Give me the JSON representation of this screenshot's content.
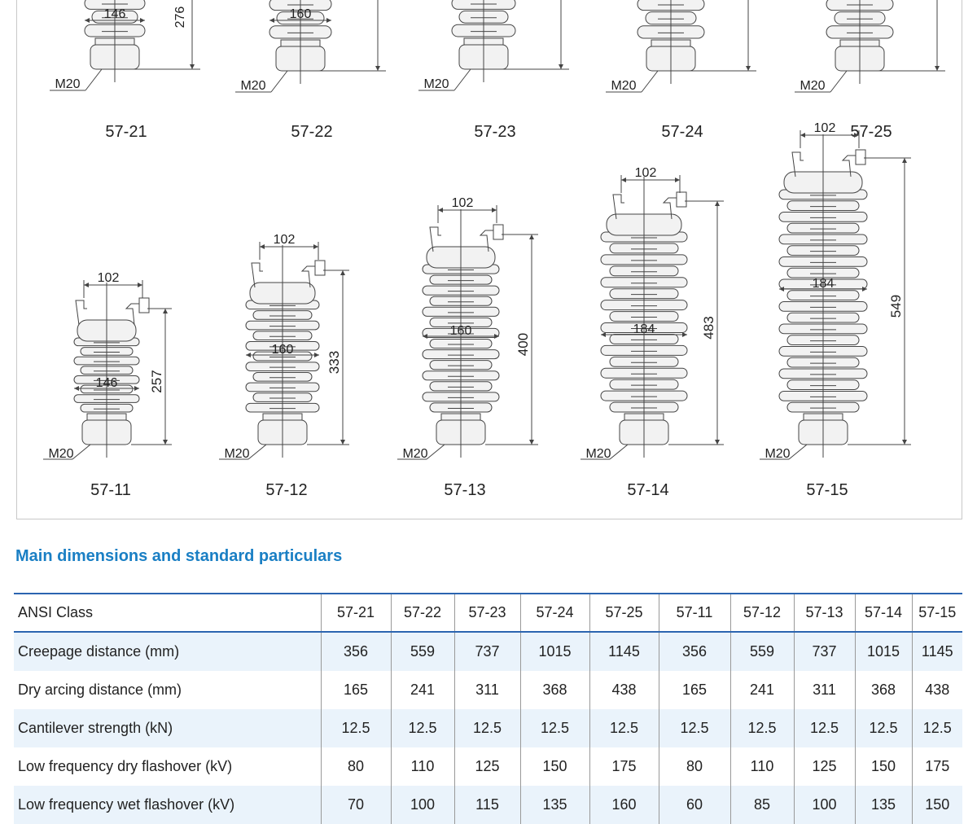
{
  "figure": {
    "items": [
      {
        "label": "57-21",
        "dims": [
          "146"
        ],
        "height": "276"
      },
      {
        "label": "57-22",
        "dims": [
          "160"
        ],
        "height": ""
      },
      {
        "label": "57-23",
        "dims": [],
        "height": ""
      },
      {
        "label": "57-24",
        "dims": [],
        "height": ""
      },
      {
        "label": "57-25",
        "dims": [],
        "height": ""
      },
      {
        "label": "57-11",
        "top": "102",
        "dims": [
          "146"
        ],
        "height": "257"
      },
      {
        "label": "57-12",
        "top": "102",
        "dims": [
          "160"
        ],
        "height": "333"
      },
      {
        "label": "57-13",
        "top": "102",
        "dims": [
          "160"
        ],
        "height": "400"
      },
      {
        "label": "57-14",
        "top": "102",
        "dims": [
          "184"
        ],
        "height": "483"
      },
      {
        "label": "57-15",
        "top": "102",
        "dims": [
          "184"
        ],
        "height": "549"
      }
    ],
    "thread": "M20"
  },
  "section": {
    "title": "Main dimensions and standard particulars"
  },
  "table": {
    "header": [
      "ANSI Class",
      "57-21",
      "57-22",
      "57-23",
      "57-24",
      "57-25",
      "57-11",
      "57-12",
      "57-13",
      "57-14",
      "57-15"
    ],
    "rows": [
      [
        "Creepage distance (mm)",
        "356",
        "559",
        "737",
        "1015",
        "1145",
        "356",
        "559",
        "737",
        "1015",
        "1145"
      ],
      [
        "Dry arcing distance (mm)",
        "165",
        "241",
        "311",
        "368",
        "438",
        "165",
        "241",
        "311",
        "368",
        "438"
      ],
      [
        "Cantilever strength (kN)",
        "12.5",
        "12.5",
        "12.5",
        "12.5",
        "12.5",
        "12.5",
        "12.5",
        "12.5",
        "12.5",
        "12.5"
      ],
      [
        "Low frequency dry flashover (kV)",
        "80",
        "110",
        "125",
        "150",
        "175",
        "80",
        "110",
        "125",
        "150",
        "175"
      ],
      [
        "Low frequency wet flashover (kV)",
        "70",
        "100",
        "115",
        "135",
        "160",
        "60",
        "85",
        "100",
        "135",
        "150"
      ]
    ]
  }
}
